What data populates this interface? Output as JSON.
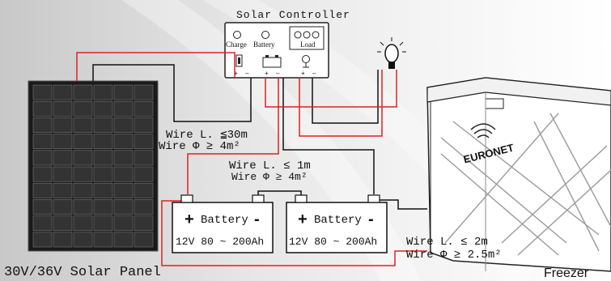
{
  "controller": {
    "title": "Solar Controller",
    "charge_label": "Charge",
    "battery_label": "Battery",
    "load_label": "Load",
    "terminal_plus": "+",
    "terminal_minus": "–"
  },
  "panel": {
    "label": "30V/36V Solar Panel"
  },
  "wire_panel": {
    "length": "Wire L. ≦30m",
    "diameter": "Wire Φ ≥ 4m²"
  },
  "wire_battery": {
    "length": "Wire L. ≤ 1m",
    "diameter": "Wire Φ ≥ 4m²"
  },
  "wire_freezer": {
    "length": "Wire L. ≤ 2m",
    "diameter": "Wire Φ ≥ 2.5m²"
  },
  "batteries": [
    {
      "plus": "+",
      "name": "Battery",
      "minus": "-",
      "spec": "12V 80 ~ 200Ah"
    },
    {
      "plus": "+",
      "name": "Battery",
      "minus": "-",
      "spec": "12V 80 ~ 200Ah"
    }
  ],
  "freezer": {
    "brand": "EURONET",
    "label": "Freezer"
  },
  "colors": {
    "positive_wire": "#e02020",
    "negative_wire": "#111111"
  },
  "icons": [
    "lamp-icon",
    "battery-icon",
    "bulb-icon",
    "switch-icon"
  ]
}
